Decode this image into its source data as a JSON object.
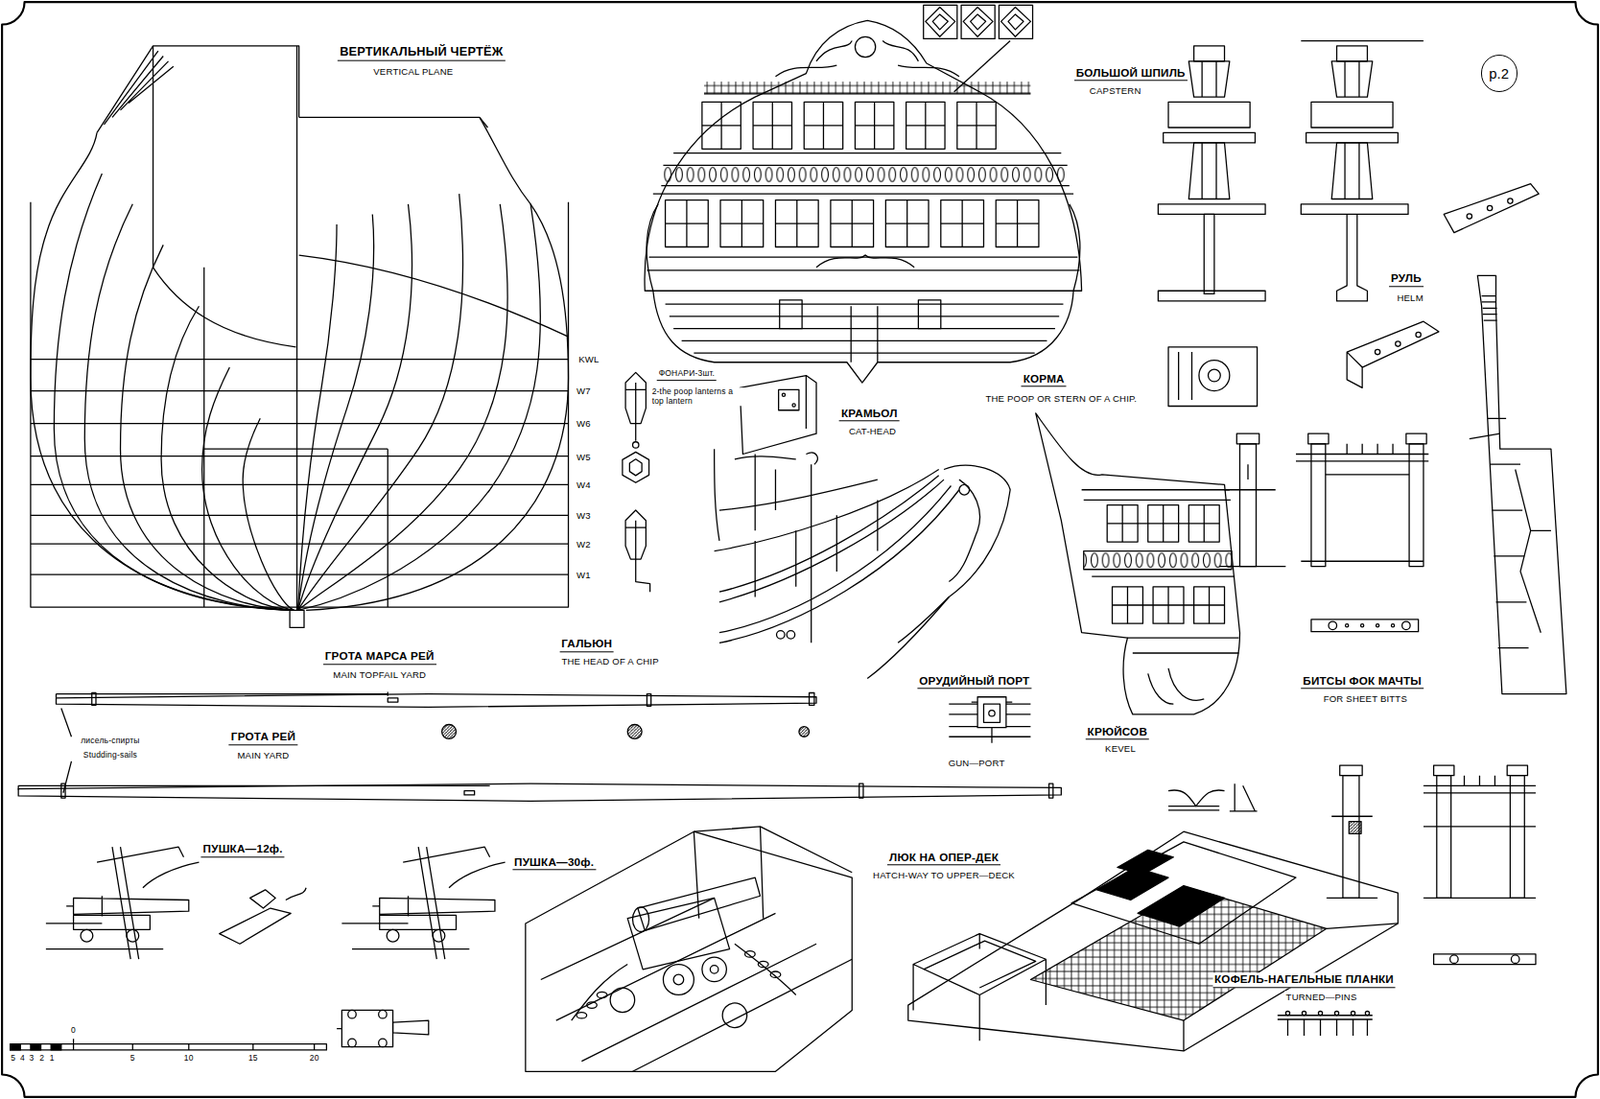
{
  "diagram": {
    "nodes": [
      {
        "text": [
          "р.2"
        ]
      }
    ],
    "labels": [
      "ВЕРТИКАЛЬНЫЙ ЧЕРТЁЖ",
      "VERTICAL PLANE",
      "KWL",
      "W7",
      "W6",
      "W5",
      "W4",
      "W3",
      "W2",
      "W1",
      "ФОНАРИ-3шт.",
      "2-the poop lanterns a top lantern",
      "КРАМЬОЛ",
      "CAT-HEAD",
      "КОРМА",
      "THE POOP OR STERN OF A CHIP.",
      "БОЛЬШОЙ ШПИЛЬ",
      "CAPSTERN",
      "РУЛЬ",
      "HELM",
      "ГАЛЬЮН",
      "THE HEAD OF A CHIP",
      "ГРОТА МАРСА РЕЙ",
      "MAIN TOPFAIL YARD",
      "ГРОТА РЕЙ",
      "MAIN YARD",
      "лисель-спирты",
      "Studding-sails",
      "ОРУДИЙНЫЙ ПОРТ",
      "GUN—PORT",
      "КРЮЙСОВ",
      "KEVEL",
      "БИТСЫ ФОК МАЧТЫ",
      "FOR SHEET BITTS",
      "ПУШКА—12ф.",
      "ПУШКА—30ф.",
      "ЛЮК НА ОПЕР-ДЕК",
      "HATCH-WAY TO UPPER—DECK",
      "КОФЕЛЬ-НАГЕЛЬНЫЕ ПЛАНКИ",
      "TURNED—PINS",
      "5",
      "4",
      "3",
      "2",
      "1",
      "0",
      "5",
      "10",
      "15",
      "20"
    ]
  }
}
